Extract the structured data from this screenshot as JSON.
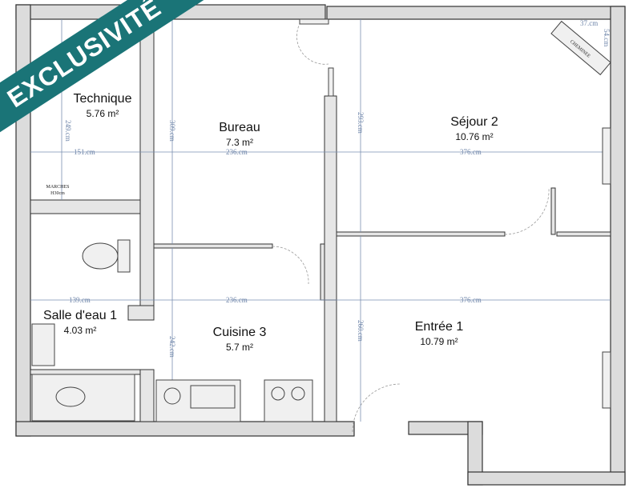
{
  "banner": {
    "label": "EXCLUSIVITÉ",
    "color": "#1a7477"
  },
  "rooms": [
    {
      "name": "Technique",
      "area": "5.76 m²"
    },
    {
      "name": "Bureau",
      "area": "7.3 m²"
    },
    {
      "name": "Séjour 2",
      "area": "10.76 m²"
    },
    {
      "name": "Salle d'eau 1",
      "area": "4.03 m²"
    },
    {
      "name": "Cuisine 3",
      "area": "5.7 m²"
    },
    {
      "name": "Entrée 1",
      "area": "10.79 m²"
    }
  ],
  "dimensions": [
    "249.cm",
    "151.cm",
    "309.cm",
    "236.cm",
    "293.cm",
    "376.cm",
    "139.cm",
    "236.cm",
    "376.cm",
    "242.cm",
    "260.cm",
    "37.cm",
    "54.cm"
  ],
  "labels": {
    "marches": "MARCHES",
    "marches_h": "H30cm",
    "cheminee": "CHEMINEE"
  }
}
